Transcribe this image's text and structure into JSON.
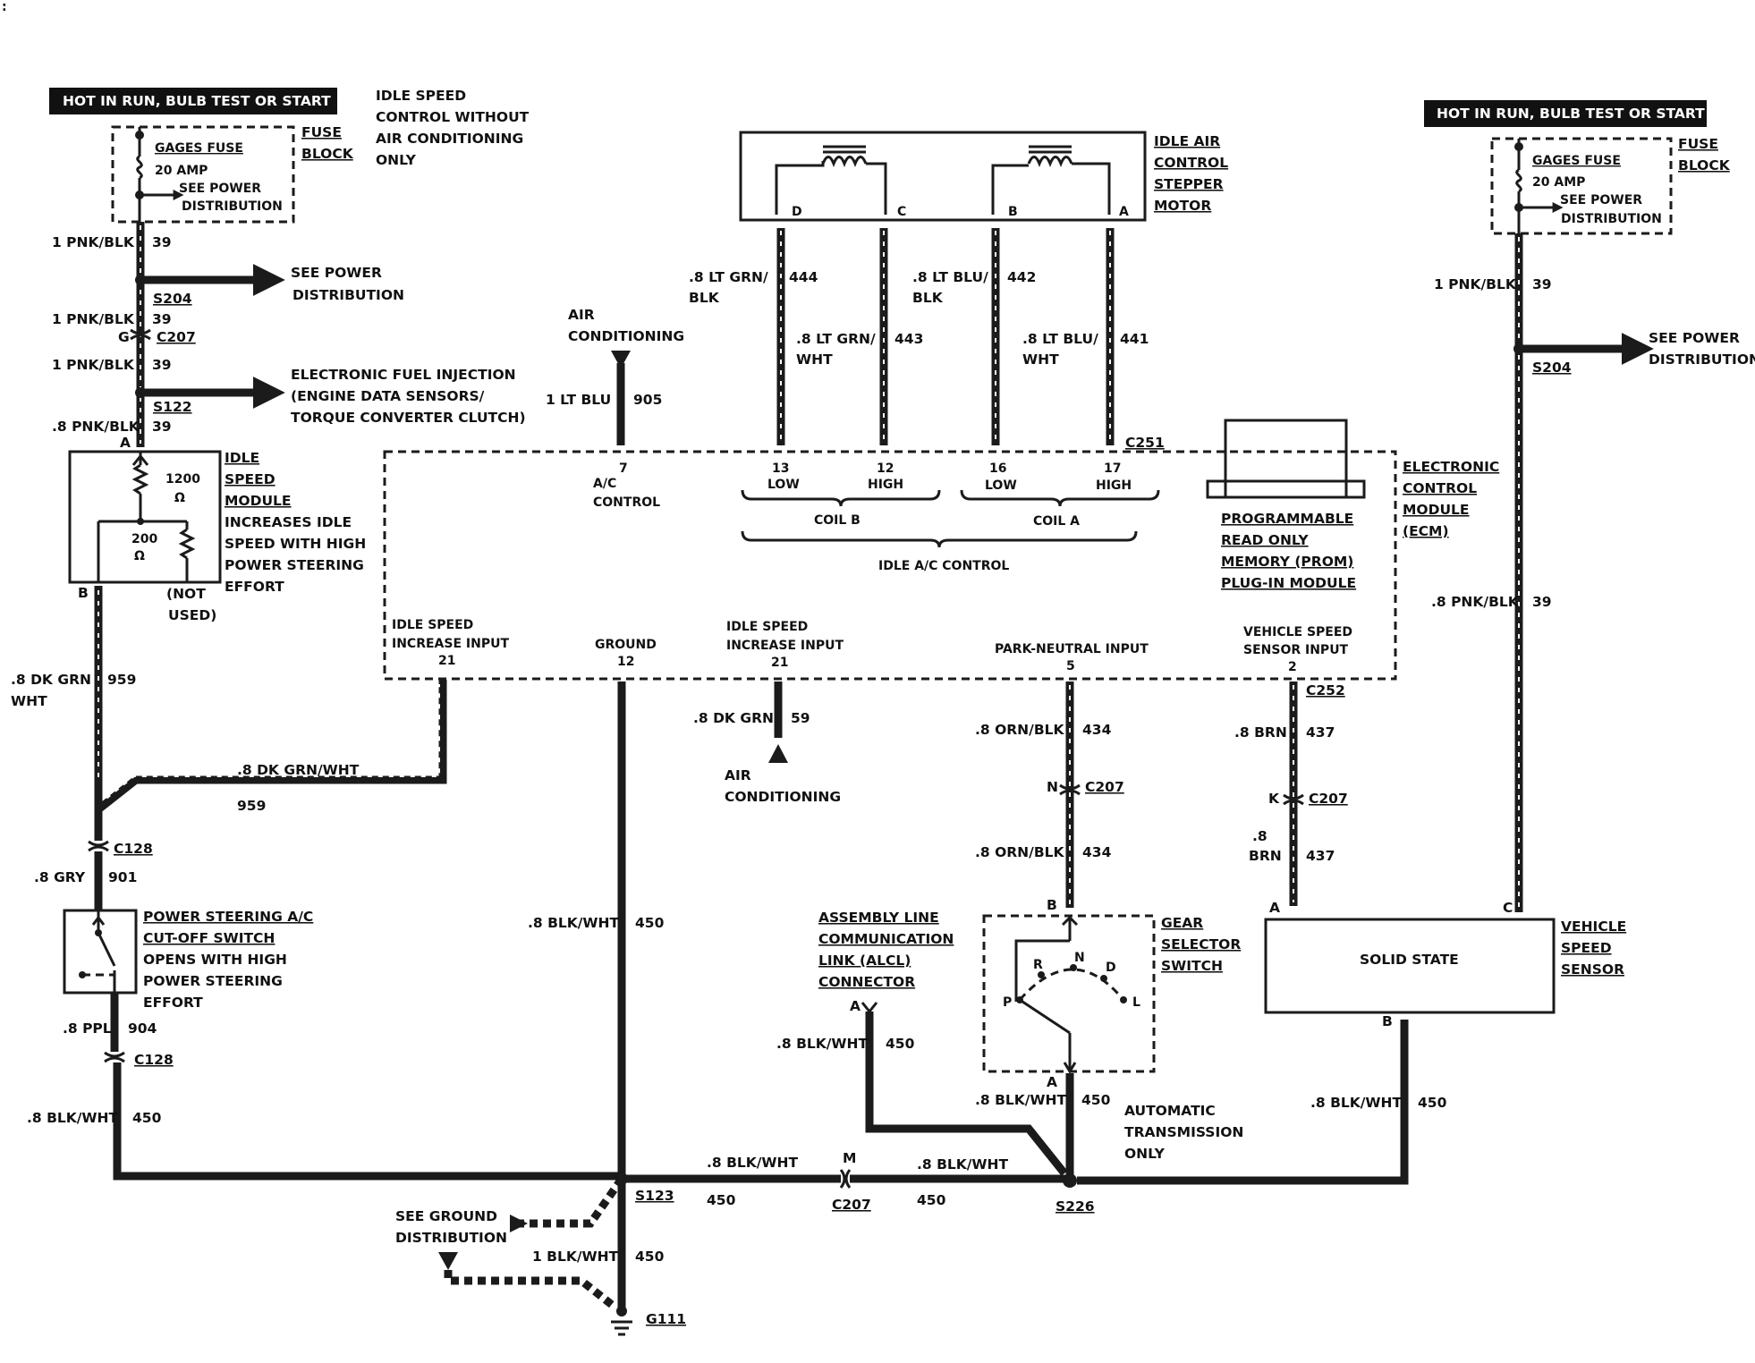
{
  "header_left": "HOT IN RUN, BULB TEST OR START",
  "header_right": "HOT IN RUN, BULB TEST OR START",
  "title_lines": [
    "IDLE SPEED",
    "CONTROL WITHOUT",
    "AIR CONDITIONING",
    "ONLY"
  ],
  "left_fuse": {
    "block": [
      "FUSE",
      "BLOCK"
    ],
    "name": "GAGES FUSE",
    "rating": "20 AMP",
    "see": [
      "SEE POWER",
      "DISTRIBUTION"
    ]
  },
  "right_fuse": {
    "block": [
      "FUSE",
      "BLOCK"
    ],
    "name": "GAGES FUSE",
    "rating": "20 AMP",
    "see": [
      "SEE POWER",
      "DISTRIBUTION"
    ]
  },
  "left_wires": {
    "w1_color": "1 PNK/BLK",
    "w1_num": "39",
    "s204": "S204",
    "see_power": [
      "SEE POWER",
      "DISTRIBUTION"
    ],
    "w2_color": "1 PNK/BLK",
    "w2_num": "39",
    "c207_pin": "G",
    "c207": "C207",
    "w3_color": "1 PNK/BLK",
    "w3_num": "39",
    "s122": "S122",
    "efi": [
      "ELECTRONIC FUEL INJECTION",
      "(ENGINE DATA SENSORS/",
      "TORQUE CONVERTER CLUTCH)"
    ],
    "w4_color": ".8 PNK/BLK",
    "w4_num": "39",
    "pin_a": "A"
  },
  "idle_module": {
    "name": [
      "IDLE",
      "SPEED",
      "MODULE"
    ],
    "desc": [
      "INCREASES IDLE",
      "SPEED WITH HIGH",
      "POWER STEERING",
      "EFFORT"
    ],
    "r1": "1200",
    "r2": "200",
    "ohm": "Ω",
    "pin_b": "B",
    "not_used": [
      "(NOT",
      "USED)"
    ]
  },
  "left_lower": {
    "w959_color": ".8 DK GRN",
    "w959_color2": "WHT",
    "w959_num": "959",
    "diag_color": ".8 DK GRN/WHT",
    "diag_num": "959",
    "c128": "C128",
    "gry_color": ".8 GRY",
    "gry_num": "901",
    "ps_switch": [
      "POWER STEERING A/C",
      "CUT-OFF SWITCH"
    ],
    "ps_desc": [
      "OPENS WITH HIGH",
      "POWER STEERING",
      "EFFORT"
    ],
    "ppl_color": ".8 PPL",
    "ppl_num": "904",
    "c128b": "C128",
    "blk_color": ".8 BLK/WHT",
    "blk_num": "450"
  },
  "iac": {
    "name": [
      "IDLE AIR",
      "CONTROL",
      "STEPPER",
      "MOTOR"
    ],
    "pins": [
      "D",
      "C",
      "B",
      "A"
    ],
    "w444_color": [
      ".8 LT GRN/",
      "BLK"
    ],
    "w444": "444",
    "w443_color": [
      ".8 LT GRN/",
      "WHT"
    ],
    "w443": "443",
    "w442_color": [
      ".8 LT BLU/",
      "BLK"
    ],
    "w442": "442",
    "w441_color": [
      ".8 LT BLU/",
      "WHT"
    ],
    "w441": "441",
    "c251": "C251"
  },
  "ac_top": {
    "label": [
      "AIR",
      "CONDITIONING"
    ],
    "color": "1 LT BLU",
    "num": "905"
  },
  "ecm": {
    "name": [
      "ELECTRONIC",
      "CONTROL",
      "MODULE",
      "(ECM)"
    ],
    "prom": [
      "PROGRAMMABLE",
      "READ ONLY",
      "MEMORY (PROM)",
      "PLUG-IN MODULE"
    ],
    "pin7": [
      "7",
      "A/C",
      "CONTROL"
    ],
    "pin13": [
      "13",
      "LOW"
    ],
    "pin12": [
      "12",
      "HIGH"
    ],
    "pin16": [
      "16",
      "LOW"
    ],
    "pin17": [
      "17",
      "HIGH"
    ],
    "coil_b": "COIL B",
    "coil_a": "COIL A",
    "idle_ac": "IDLE A/C CONTROL",
    "in21a": [
      "IDLE SPEED",
      "INCREASE INPUT",
      "21"
    ],
    "gnd12": [
      "GROUND",
      "12"
    ],
    "in21b": [
      "IDLE SPEED",
      "INCREASE INPUT",
      "21"
    ],
    "pn5": [
      "PARK-NEUTRAL INPUT",
      "5"
    ],
    "vss2": [
      "VEHICLE SPEED",
      "SENSOR INPUT",
      "2"
    ]
  },
  "ac_bottom": {
    "color": ".8 DK GRN",
    "num": "59",
    "label": [
      "AIR",
      "CONDITIONING"
    ]
  },
  "ground": {
    "color": ".8 BLK/WHT",
    "num": "450",
    "s123": "S123",
    "see_ground": [
      "SEE GROUND",
      "DISTRIBUTION"
    ],
    "g_color": "1 BLK/WHT",
    "g_num": "450",
    "g111": "G111",
    "h1_color": ".8 BLK/WHT",
    "h1_num": "450",
    "m": "M",
    "c207": "C207",
    "h2_color": ".8 BLK/WHT",
    "h2_num": "450",
    "s226": "S226"
  },
  "gear": {
    "w434a_color": ".8 ORN/BLK",
    "w434a": "434",
    "n": "N",
    "c207": "C207",
    "w434b_color": ".8 ORN/BLK",
    "w434b": "434",
    "pin_b": "B",
    "name": [
      "GEAR",
      "SELECTOR",
      "SWITCH"
    ],
    "positions": [
      "P",
      "R",
      "N",
      "D",
      "L"
    ],
    "pin_a": "A",
    "blk_color": ".8 BLK/WHT",
    "blk_num": "450",
    "auto": [
      "AUTOMATIC",
      "TRANSMISSION",
      "ONLY"
    ]
  },
  "alcl": {
    "name": [
      "ASSEMBLY LINE",
      "COMMUNICATION",
      "LINK (ALCL)",
      "CONNECTOR"
    ],
    "pin_a": "A",
    "color": ".8 BLK/WHT",
    "num": "450"
  },
  "vss": {
    "c252": "C252",
    "w437a_color": ".8 BRN",
    "w437a": "437",
    "k": "K",
    "c207": "C207",
    "w437b_color": [
      ".8",
      "BRN"
    ],
    "w437b": "437",
    "pin_a": "A",
    "pin_c": "C",
    "solid": "SOLID STATE",
    "name": [
      "VEHICLE",
      "SPEED",
      "SENSOR"
    ],
    "pin_b": "B",
    "blk_color": ".8 BLK/WHT",
    "blk_num": "450"
  },
  "right_wires": {
    "w1_color": "1 PNK/BLK",
    "w1_num": "39",
    "see_power": [
      "SEE POWER",
      "DISTRIBUTION"
    ],
    "s204": "S204",
    "w2_color": ".8 PNK/BLK",
    "w2_num": "39"
  },
  "corner_mark": ":"
}
